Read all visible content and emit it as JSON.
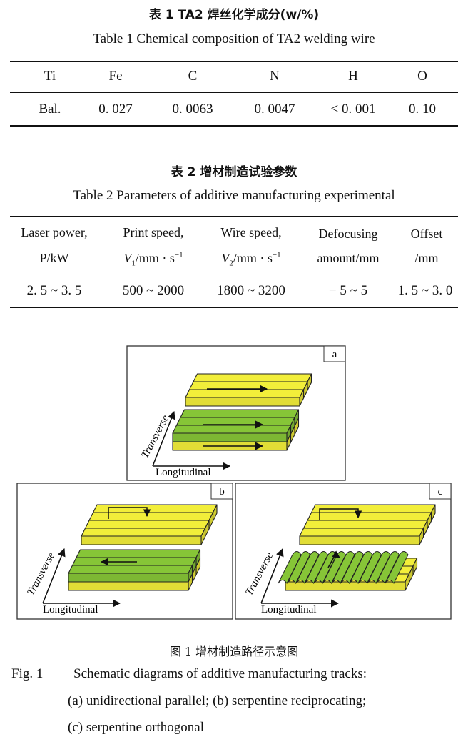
{
  "table1": {
    "title_cn": "表 1  TA2 焊丝化学成分(w/%)",
    "title_en": "Table 1   Chemical composition of TA2 welding wire",
    "headers": [
      "Ti",
      "Fe",
      "C",
      "N",
      "H",
      "O"
    ],
    "row": [
      "Bal.",
      "0. 027",
      "0. 0063",
      "0. 0047",
      "< 0. 001",
      "0. 10"
    ]
  },
  "table2": {
    "title_cn": "表 2   增材制造试验参数",
    "title_en": "Table 2   Parameters of additive manufacturing experimental",
    "headers_line1": [
      "Laser power,",
      "Print speed,",
      "Wire speed,",
      "Defocusing",
      "Offset"
    ],
    "headers_line2": [
      "P/kW",
      "V",
      "1",
      "/mm · s",
      "−1",
      "V",
      "2",
      "/mm · s",
      "−1",
      "amount/mm",
      "/mm"
    ],
    "row": [
      "2. 5 ~ 3. 5",
      "500 ~ 2000",
      "1800 ~ 3200",
      "− 5 ~ 5",
      "1. 5 ~ 3. 0"
    ]
  },
  "figure": {
    "panels": [
      {
        "letter": "a",
        "axis_y": "Transverse",
        "axis_x": "Longitudinal"
      },
      {
        "letter": "b",
        "axis_y": "Transverse",
        "axis_x": "Longitudinal"
      },
      {
        "letter": "c",
        "axis_y": "Transverse",
        "axis_x": "Longitudinal"
      }
    ],
    "colors": {
      "yellow": "#f2ee3a",
      "green": "#86c537",
      "edge": "#222222"
    },
    "caption_cn": "图 1   增材制造路径示意图",
    "caption_en_label": "Fig. 1",
    "caption_en_line1": "Schematic diagrams of additive manufacturing tracks:",
    "caption_en_line2": "(a) unidirectional parallel; (b) serpentine reciprocating;",
    "caption_en_line3": "(c) serpentine orthogonal"
  }
}
